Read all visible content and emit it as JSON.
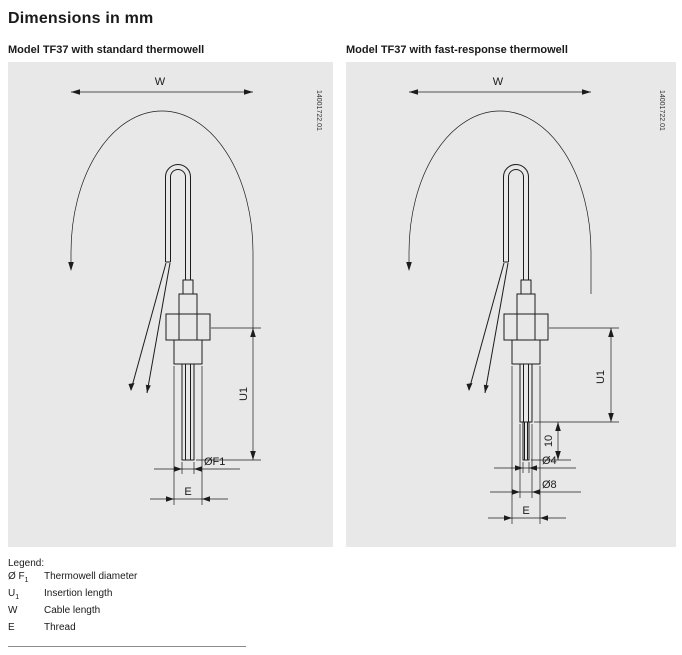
{
  "page": {
    "title": "Dimensions in mm"
  },
  "panels": [
    {
      "subtitle": "Model TF37 with standard thermowell",
      "doc_number": "14001722.01",
      "dims": {
        "cable_length": "W",
        "insertion_length": "U1",
        "thermowell_diameter": "ØF1",
        "thread": "E"
      }
    },
    {
      "subtitle": "Model TF37 with fast-response thermowell",
      "doc_number": "14001722.01",
      "dims": {
        "cable_length": "W",
        "insertion_length": "U1",
        "tip_length": "10",
        "tip_diameter": "Ø4",
        "tube_diameter": "Ø8",
        "thread": "E"
      }
    }
  ],
  "legend": {
    "title": "Legend:",
    "items": [
      {
        "symbol": "Ø F",
        "sub": "1",
        "description": "Thermowell diameter"
      },
      {
        "symbol": "U",
        "sub": "1",
        "description": "Insertion length"
      },
      {
        "symbol": "W",
        "sub": "",
        "description": "Cable length"
      },
      {
        "symbol": "E",
        "sub": "",
        "description": "Thread"
      }
    ]
  },
  "colors": {
    "panel_background": "#e8e8e8",
    "line": "#1c1c1c"
  }
}
